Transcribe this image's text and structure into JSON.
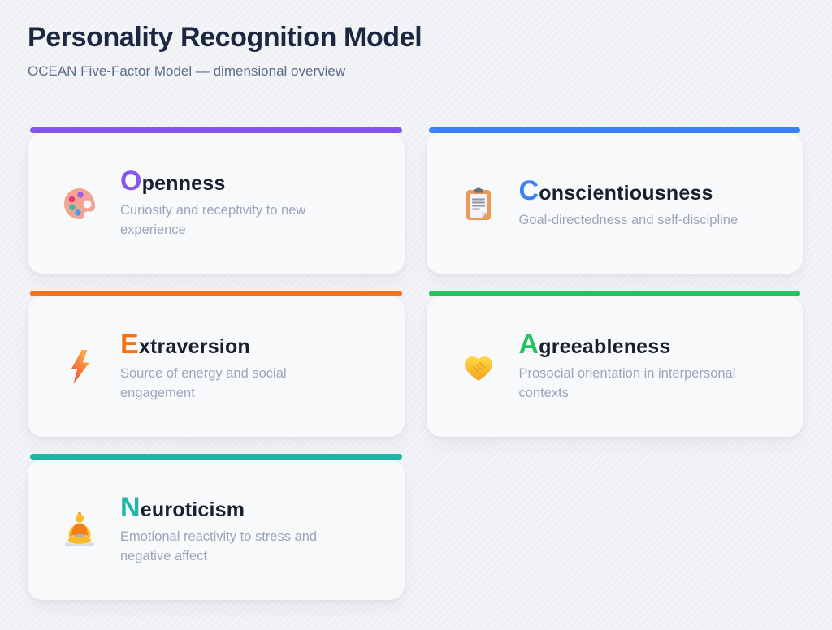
{
  "header": {
    "title": "Personality Recognition Model",
    "subtitle": "OCEAN Five-Factor Model — dimensional overview"
  },
  "colors": {
    "background": "#eff1f4",
    "card_background": "#f8f9fb",
    "title_text": "#1c2742",
    "subtitle_text": "#5c6d8a",
    "heading_text": "#18202f",
    "description_text": "#9aa6ba"
  },
  "cards": [
    {
      "initial": "O",
      "rest": "penness",
      "description": "Curiosity and receptivity to new experience",
      "accent": "#8456ee",
      "icon": "palette-icon"
    },
    {
      "initial": "C",
      "rest": "onscientiousness",
      "description": "Goal-directedness and self-discipline",
      "accent": "#3b82f6",
      "icon": "clipboard-icon"
    },
    {
      "initial": "E",
      "rest": "xtraversion",
      "description": "Source of energy and social engagement",
      "accent": "#f97316",
      "icon": "lightning-icon"
    },
    {
      "initial": "A",
      "rest": "greeableness",
      "description": "Prosocial orientation in interpersonal contexts",
      "accent": "#23c45f",
      "icon": "handshake-icon"
    },
    {
      "initial": "N",
      "rest": "euroticism",
      "description": "Emotional reactivity to stress and negative affect",
      "accent": "#20b5a6",
      "icon": "lotus-icon"
    }
  ]
}
